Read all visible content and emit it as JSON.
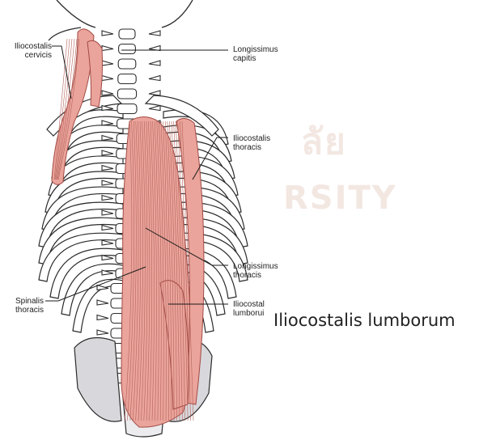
{
  "watermark": {
    "thai": "ลัย",
    "latin": "RSITY"
  },
  "labels": {
    "iliocostalis_cervicis": [
      "Iliocostalis",
      "cervicis"
    ],
    "longissimus_capitis": [
      "Longissimus",
      "capitis"
    ],
    "iliocostalis_thoracis": [
      "Iliocostalis",
      "thoracis"
    ],
    "longissimus_thoracis": [
      "Longissimus",
      "thoracis"
    ],
    "spinalis_thoracis": [
      "Spinalis",
      "thoracis"
    ],
    "iliocostalis_lumborum_small": [
      "Iliocostal",
      "lumborui"
    ],
    "iliocostalis_lumborum_large": "Iliocostalis lumborum"
  },
  "colors": {
    "muscle_fill": "#eaa49b",
    "muscle_stroke": "#a24a44",
    "bone_fill": "#ffffff",
    "bone_stroke": "#2b2b2b",
    "pelvis_shadow": "#d8d8dc"
  }
}
